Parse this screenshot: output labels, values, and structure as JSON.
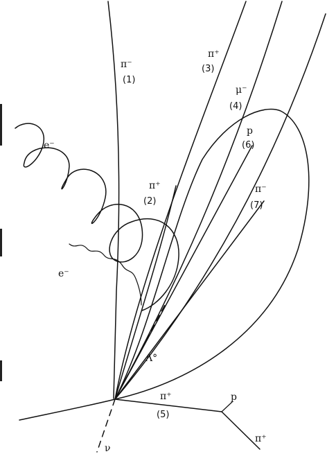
{
  "labels": {
    "pi_minus_1": "π⁻",
    "num_1": "(1)",
    "pi_plus_3": "π⁺",
    "num_3": "(3)",
    "mu_minus_4": "μ⁻",
    "num_4": "(4)",
    "p_6": "p",
    "num_6": "(6)",
    "e_minus_top": "e⁻",
    "pi_plus_2": "π⁺",
    "num_2": "(2)",
    "pi_minus_7": "π⁻",
    "num_7": "(7)",
    "e_minus_lower": "e⁻",
    "lambda0": "Λ°",
    "pi_plus_5": "π⁺",
    "num_5": "(5)",
    "p_decay": "p",
    "pi_plus_decay": "π⁺",
    "nu": "ν"
  }
}
